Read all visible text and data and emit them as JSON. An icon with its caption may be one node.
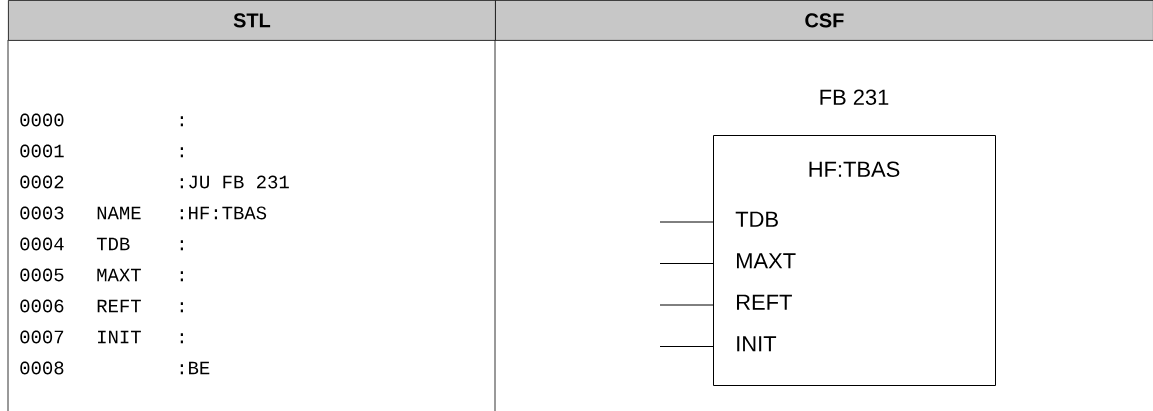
{
  "diagram": {
    "nodes": [
      {
        "text": [
          "FB 231",
          "HF:TBAS"
        ]
      },
      {
        "text": [
          "TDB"
        ],
        "in": 0
      },
      {
        "text": [
          "MAXT"
        ],
        "in": 0
      },
      {
        "text": [
          "REFT"
        ],
        "in": 0
      },
      {
        "text": [
          "INIT"
        ],
        "in": 0
      }
    ],
    "edges": [
      {
        "from": null,
        "to": 1,
        "arrow": "none"
      },
      {
        "from": null,
        "to": 2,
        "arrow": "none"
      },
      {
        "from": null,
        "to": 3,
        "arrow": "none"
      },
      {
        "from": null,
        "to": 4,
        "arrow": "none"
      }
    ],
    "labels": [
      "STL",
      "CSF",
      "0000",
      ":",
      "0001",
      ":",
      "0002",
      ":JU FB 231",
      "0003",
      "NAME",
      ":HF:TBAS",
      "0004",
      "TDB",
      ":",
      "0005",
      "MAXT",
      ":",
      "0006",
      "REFT",
      ":",
      "0007",
      "INIT",
      ":",
      "0008",
      ":BE"
    ]
  }
}
